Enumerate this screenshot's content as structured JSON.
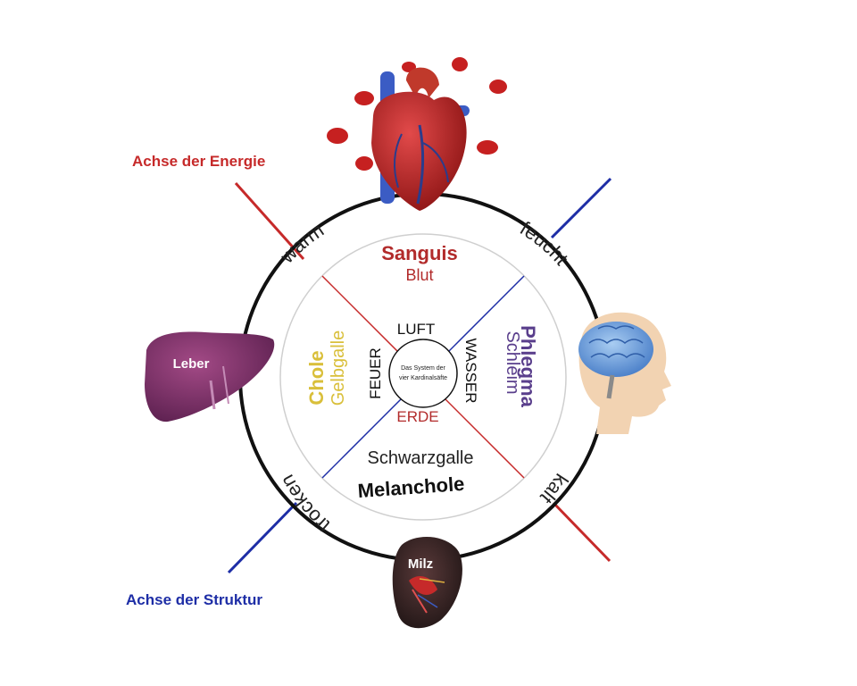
{
  "axes": {
    "energy": {
      "label": "Achse der Energie",
      "color": "#c62a2a"
    },
    "structure": {
      "label": "Achse der Struktur",
      "color": "#1e2ea6"
    }
  },
  "qualities": {
    "warm": "warm",
    "feucht": "feucht",
    "kalt": "kalt",
    "trocken": "trocken"
  },
  "humors": {
    "sanguis": {
      "name": "Sanguis",
      "fluid": "Blut",
      "color": "#b22b2b"
    },
    "phlegma": {
      "name": "Phlegma",
      "fluid": "Schleim",
      "color": "#5a3f8c"
    },
    "chole": {
      "name": "Chole",
      "fluid": "Gelbgalle",
      "color": "#d9bf3a"
    },
    "melanchole": {
      "name": "Melanchole",
      "fluid": "Schwarzgalle",
      "color": "#1a1a1a"
    }
  },
  "elements": {
    "luft": "LUFT",
    "wasser": "WASSER",
    "erde": "ERDE",
    "feuer": "FEUER"
  },
  "center": {
    "line1": "Das System der",
    "line2": "vier Kardinalsäfte"
  },
  "organs": {
    "heart": {
      "icon": "heart-icon"
    },
    "brain": {
      "icon": "brain-head-icon"
    },
    "liver": {
      "label": "Leber",
      "icon": "liver-icon"
    },
    "spleen": {
      "label": "Milz",
      "icon": "spleen-icon"
    }
  }
}
